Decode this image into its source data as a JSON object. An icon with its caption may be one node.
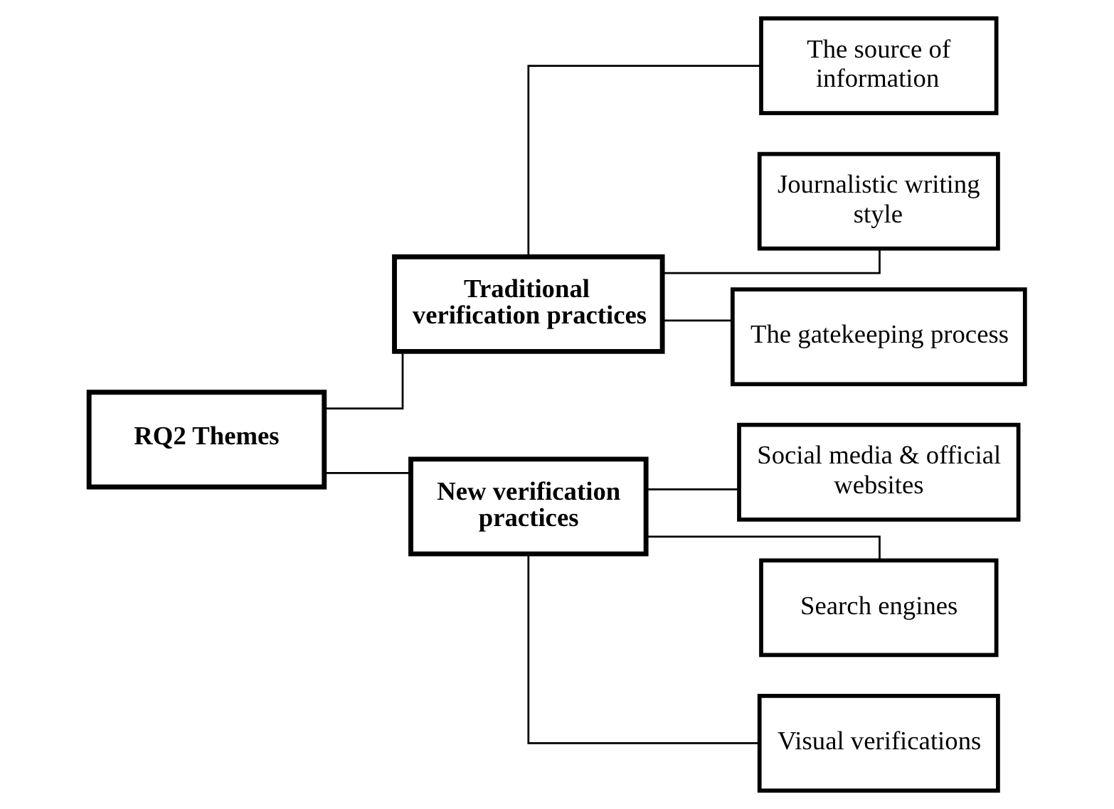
{
  "diagram": {
    "nodes": [
      {
        "text": [
          "RQ2 Themes"
        ]
      },
      {
        "text": [
          "Traditional verification practices"
        ]
      },
      {
        "text": [
          "New verification practices"
        ]
      },
      {
        "text": [
          "The source of information"
        ]
      },
      {
        "text": [
          "Journalistic writing style"
        ]
      },
      {
        "text": [
          "The gatekeeping process"
        ]
      },
      {
        "text": [
          "Social media & official websites"
        ]
      },
      {
        "text": [
          "Search engines"
        ]
      },
      {
        "text": [
          "Visual verifications"
        ]
      }
    ],
    "edges": [
      {
        "from": 0,
        "to": 1,
        "arrow": "none"
      },
      {
        "from": 0,
        "to": 2,
        "arrow": "none"
      },
      {
        "from": 1,
        "to": 3,
        "arrow": "none"
      },
      {
        "from": 1,
        "to": 4,
        "arrow": "none"
      },
      {
        "from": 1,
        "to": 5,
        "arrow": "none"
      },
      {
        "from": 2,
        "to": 6,
        "arrow": "none"
      },
      {
        "from": 2,
        "to": 7,
        "arrow": "none"
      },
      {
        "from": 2,
        "to": 8,
        "arrow": "none"
      }
    ]
  }
}
